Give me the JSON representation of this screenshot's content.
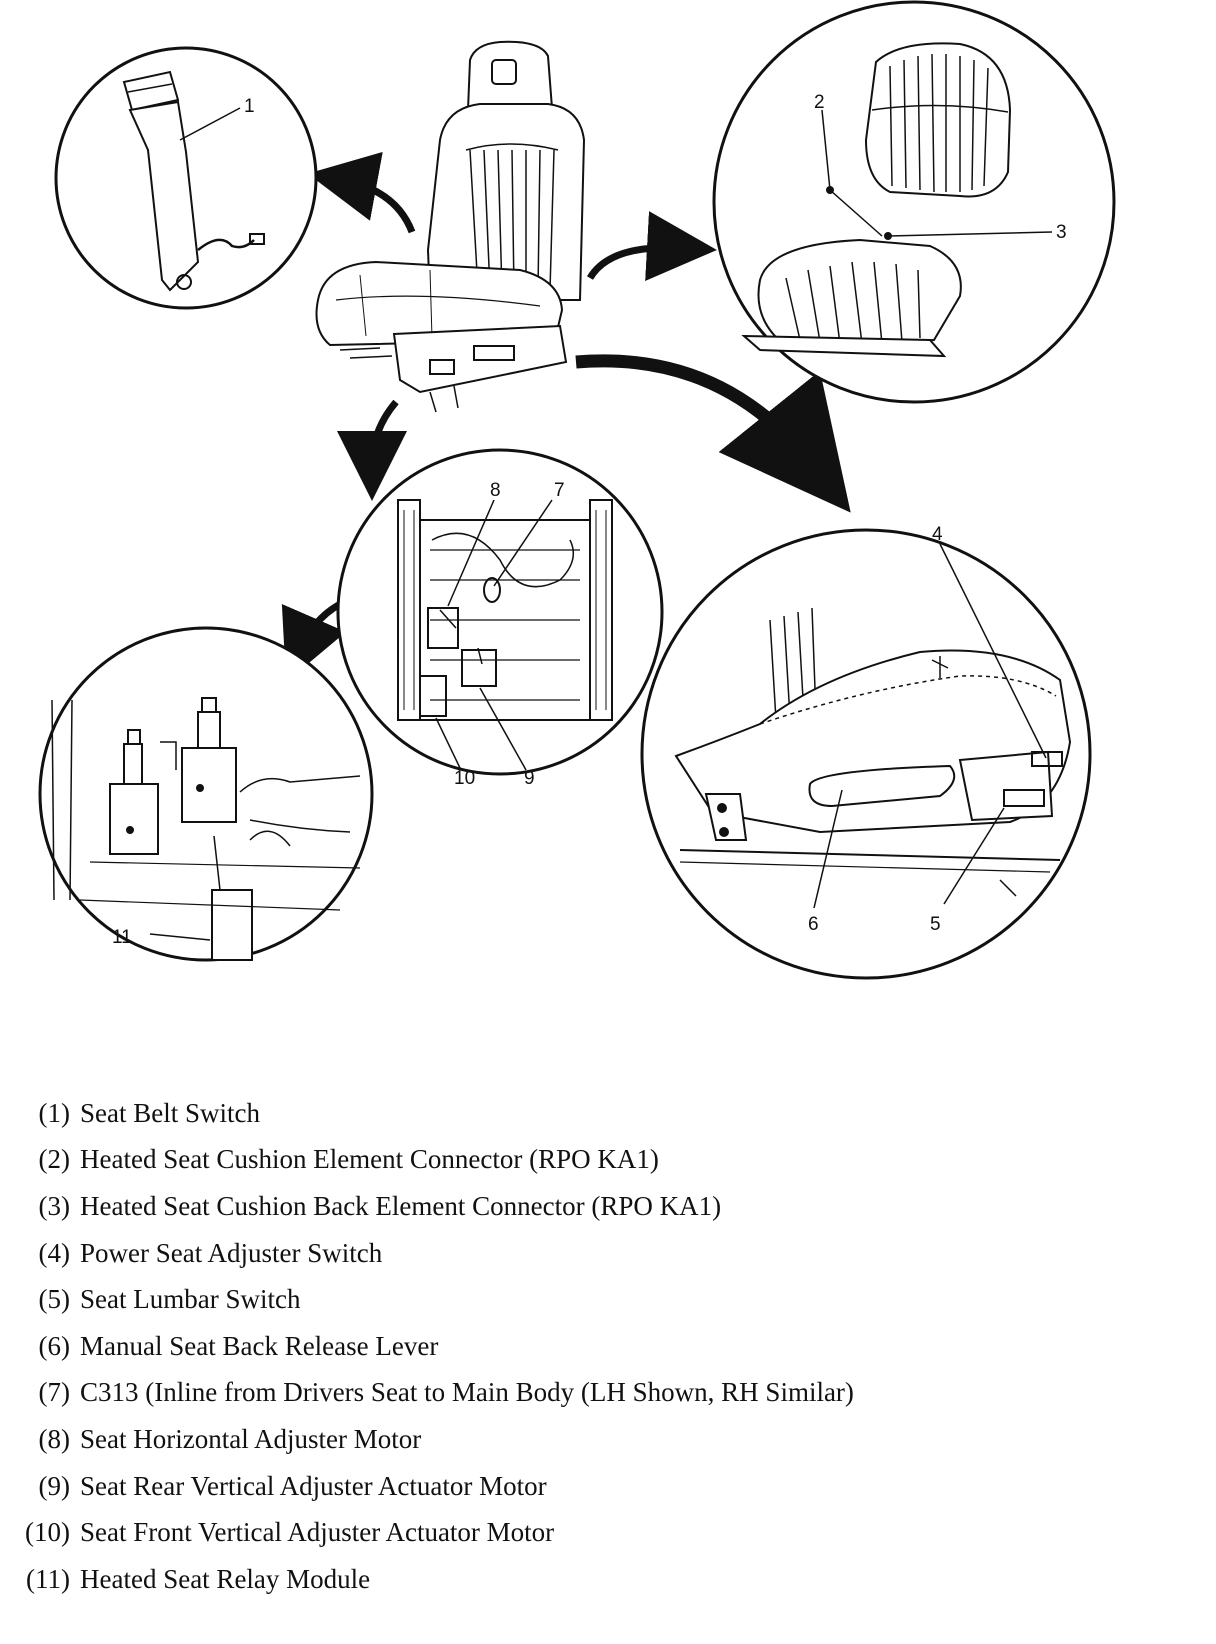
{
  "callouts": {
    "c1": "1",
    "c2": "2",
    "c3": "3",
    "c4": "4",
    "c5": "5",
    "c6": "6",
    "c7": "7",
    "c8": "8",
    "c9": "9",
    "c10": "10",
    "c11": "11"
  },
  "legend": [
    {
      "num": "(1)",
      "text": "Seat Belt Switch"
    },
    {
      "num": "(2)",
      "text": "Heated Seat Cushion Element Connector (RPO KA1)"
    },
    {
      "num": "(3)",
      "text": "Heated Seat Cushion Back Element Connector (RPO KA1)"
    },
    {
      "num": "(4)",
      "text": "Power Seat Adjuster Switch"
    },
    {
      "num": "(5)",
      "text": "Seat Lumbar Switch"
    },
    {
      "num": "(6)",
      "text": "Manual Seat Back Release Lever"
    },
    {
      "num": "(7)",
      "text": "C313 (Inline from Drivers Seat to Main Body (LH Shown, RH Similar)"
    },
    {
      "num": "(8)",
      "text": "Seat Horizontal Adjuster Motor"
    },
    {
      "num": "(9)",
      "text": "Seat Rear Vertical Adjuster Actuator Motor"
    },
    {
      "num": "(10)",
      "text": "Seat Front Vertical Adjuster Actuator Motor"
    },
    {
      "num": "(11)",
      "text": "Heated Seat Relay Module"
    }
  ]
}
